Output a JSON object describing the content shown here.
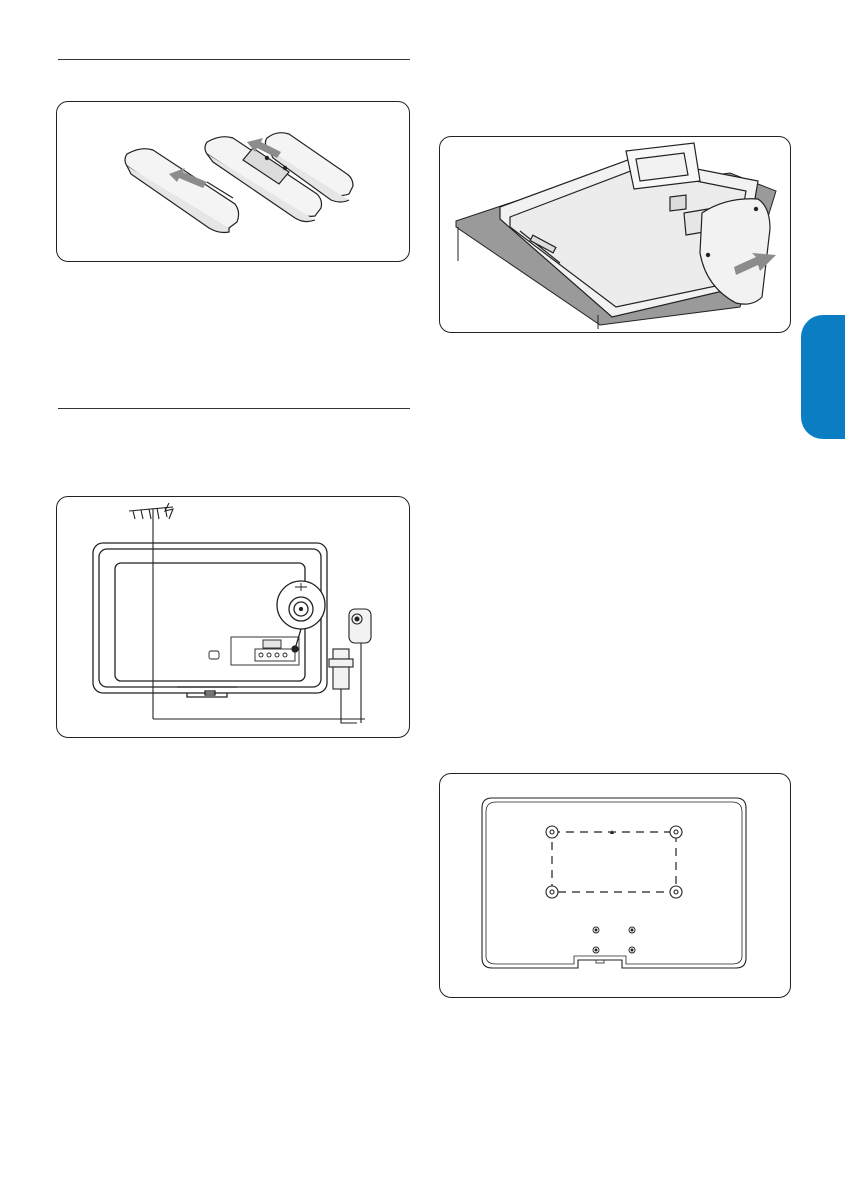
{
  "figures": [
    {
      "id": "remote-battery-figure"
    },
    {
      "id": "antenna-connection-figure"
    },
    {
      "id": "stand-removal-figure"
    },
    {
      "id": "wall-mount-figure"
    }
  ],
  "colors": {
    "accent_tab": "#0b7ec3",
    "line": "#222222",
    "device_fill": "#f2f2f2",
    "shadow_fill": "#9a9a9a",
    "arrow_fill": "#8c8c8c"
  },
  "icons": [
    "antenna-icon",
    "coax-connector-icon",
    "arrow-icon",
    "mount-hole-icon"
  ]
}
